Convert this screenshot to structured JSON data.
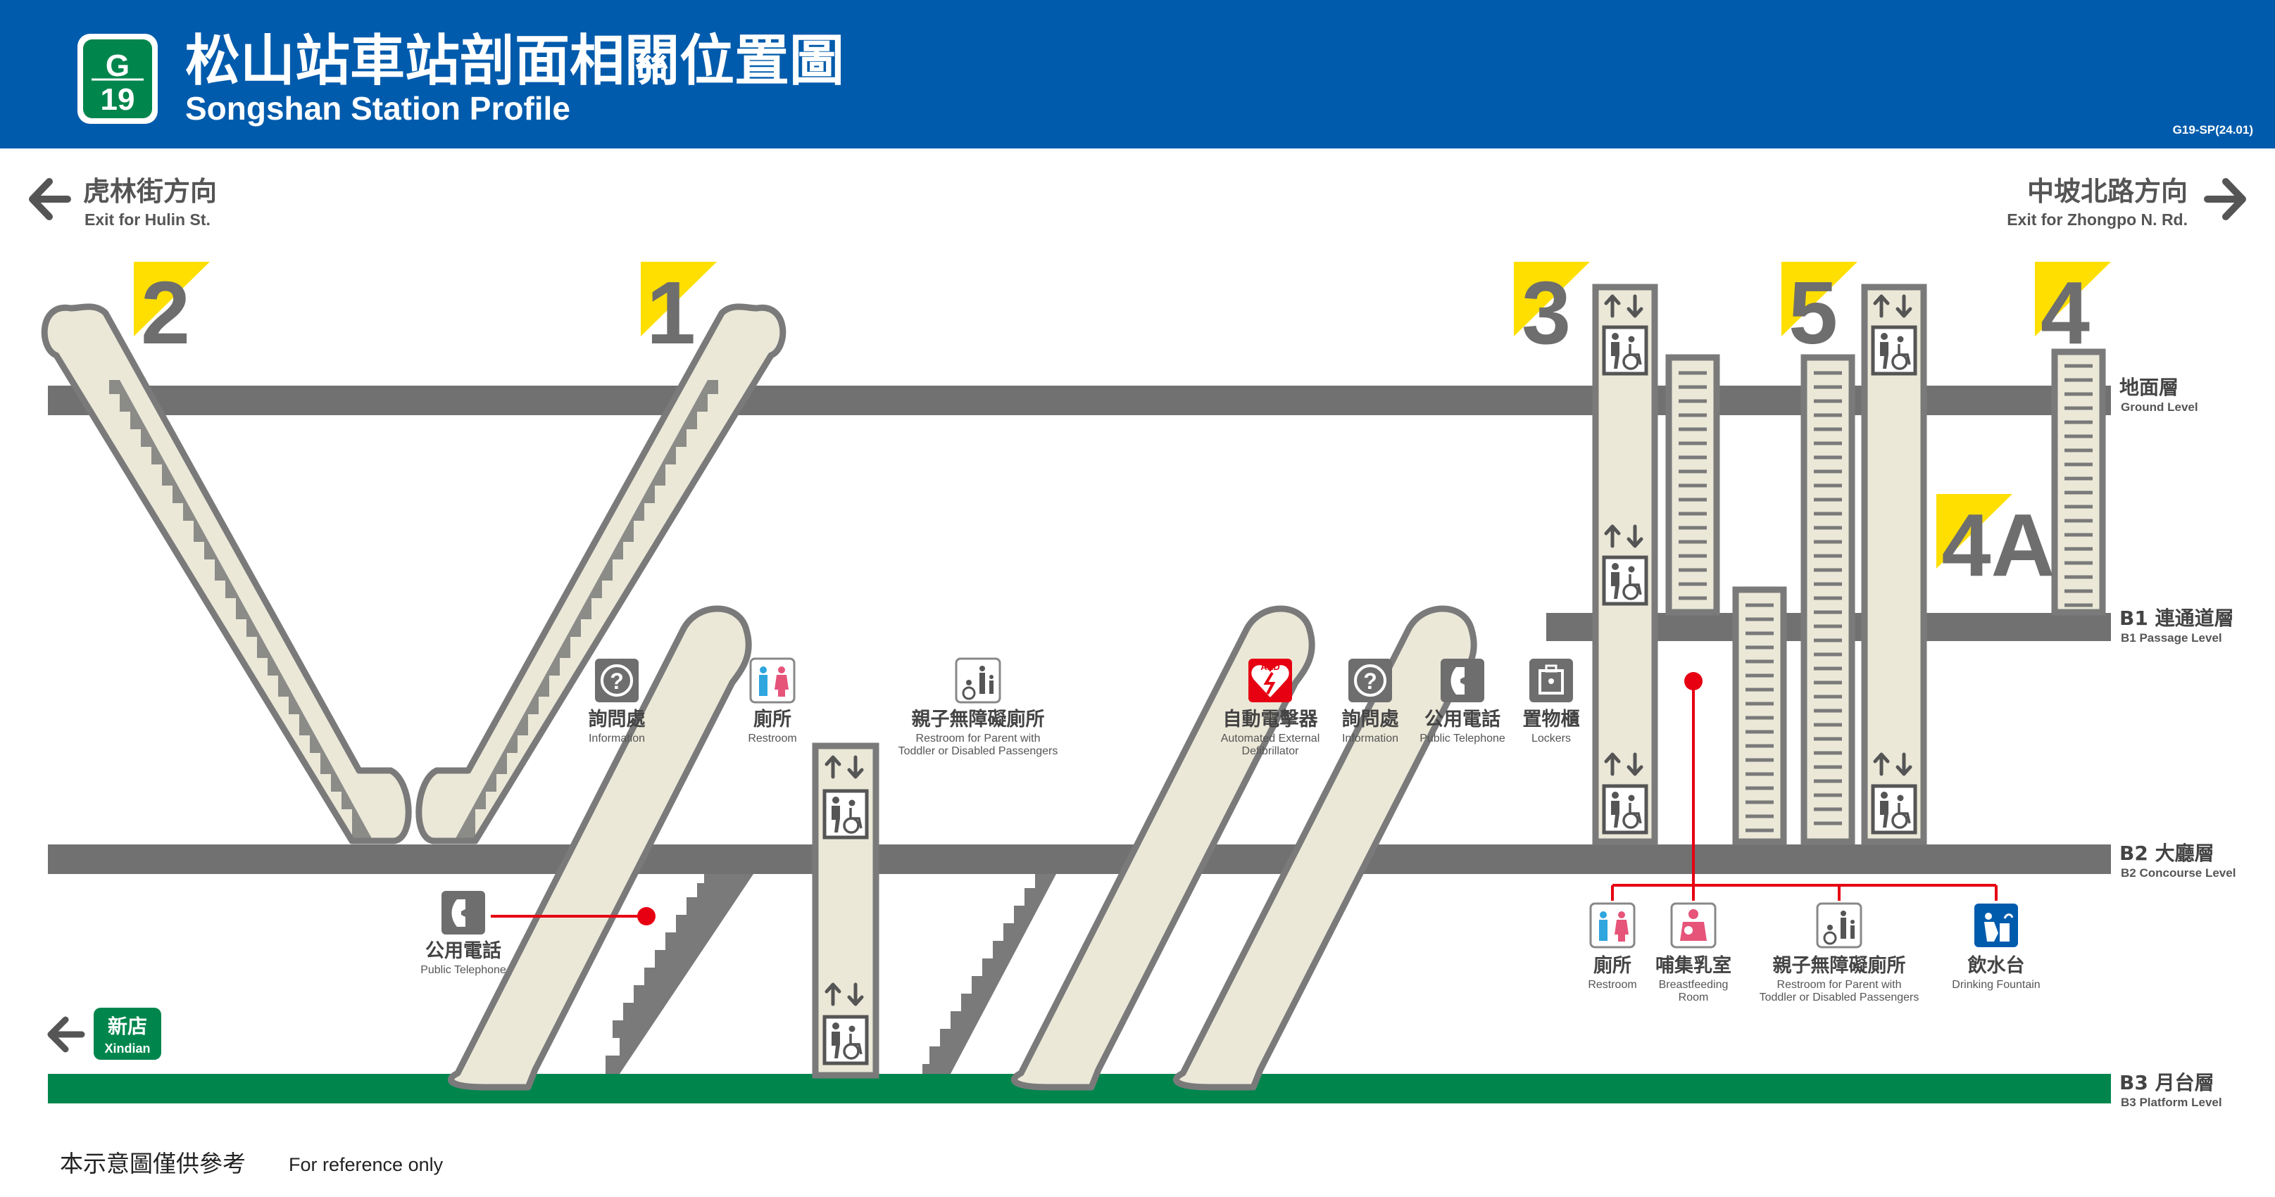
{
  "colors": {
    "header_bg": "#005bac",
    "line_green": "#00864d",
    "slab_gray": "#717171",
    "escalator_fill": "#ebe8d8",
    "exit_yellow": "#ffdf00",
    "leader_red": "#e60012",
    "aed_red": "#e60012",
    "fountain_blue": "#005bac"
  },
  "header": {
    "badge_line": "G",
    "badge_number": "19",
    "title_zh": "松山站車站剖面相關位置圖",
    "title_en": "Songshan Station Profile",
    "code": "G19-SP(24.01)"
  },
  "directions": {
    "left": {
      "zh": "虎林街方向",
      "en": "Exit for Hulin St."
    },
    "right": {
      "zh": "中坡北路方向",
      "en": "Exit for Zhongpo N. Rd."
    }
  },
  "exits": [
    "2",
    "1",
    "3",
    "5",
    "4",
    "4A"
  ],
  "levels": {
    "ground": {
      "zh": "地面層",
      "en": "Ground Level"
    },
    "b1": {
      "zh": "B1 連通道層",
      "en": "B1 Passage Level"
    },
    "b2": {
      "zh": "B2 大廳層",
      "en": "B2 Concourse Level"
    },
    "b3": {
      "zh": "B3 月台層",
      "en": "B3 Platform Level"
    }
  },
  "facilities": {
    "info1": {
      "zh": "詢問處",
      "en": "Information",
      "icon": "question-icon"
    },
    "restroom1": {
      "zh": "廁所",
      "en": "Restroom",
      "icon": "restroom-icon"
    },
    "family1": {
      "zh": "親子無障礙廁所",
      "en1": "Restroom for Parent with",
      "en2": "Toddler or Disabled Passengers",
      "icon": "family-restroom-icon"
    },
    "aed": {
      "zh": "自動電擊器",
      "en1": "Automated External",
      "en2": "Defibrillator",
      "icon": "aed-icon"
    },
    "info2": {
      "zh": "詢問處",
      "en": "Information",
      "icon": "question-icon"
    },
    "phone1": {
      "zh": "公用電話",
      "en": "Public Telephone",
      "icon": "telephone-icon"
    },
    "lockers": {
      "zh": "置物櫃",
      "en": "Lockers",
      "icon": "locker-icon"
    },
    "phone2": {
      "zh": "公用電話",
      "en": "Public Telephone",
      "icon": "telephone-icon"
    },
    "restroom2": {
      "zh": "廁所",
      "en": "Restroom",
      "icon": "restroom-icon"
    },
    "nursing": {
      "zh": "哺集乳室",
      "en1": "Breastfeeding",
      "en2": "Room",
      "icon": "breastfeeding-icon"
    },
    "family2": {
      "zh": "親子無障礙廁所",
      "en1": "Restroom for Parent with",
      "en2": "Toddler or Disabled Passengers",
      "icon": "family-restroom-icon"
    },
    "fountain": {
      "zh": "飲水台",
      "en": "Drinking Fountain",
      "icon": "drinking-fountain-icon"
    }
  },
  "platform_direction": {
    "zh": "新店",
    "en": "Xindian"
  },
  "aed_label": "AED",
  "footer": {
    "zh": "本示意圖僅供參考",
    "en": "For reference only"
  }
}
